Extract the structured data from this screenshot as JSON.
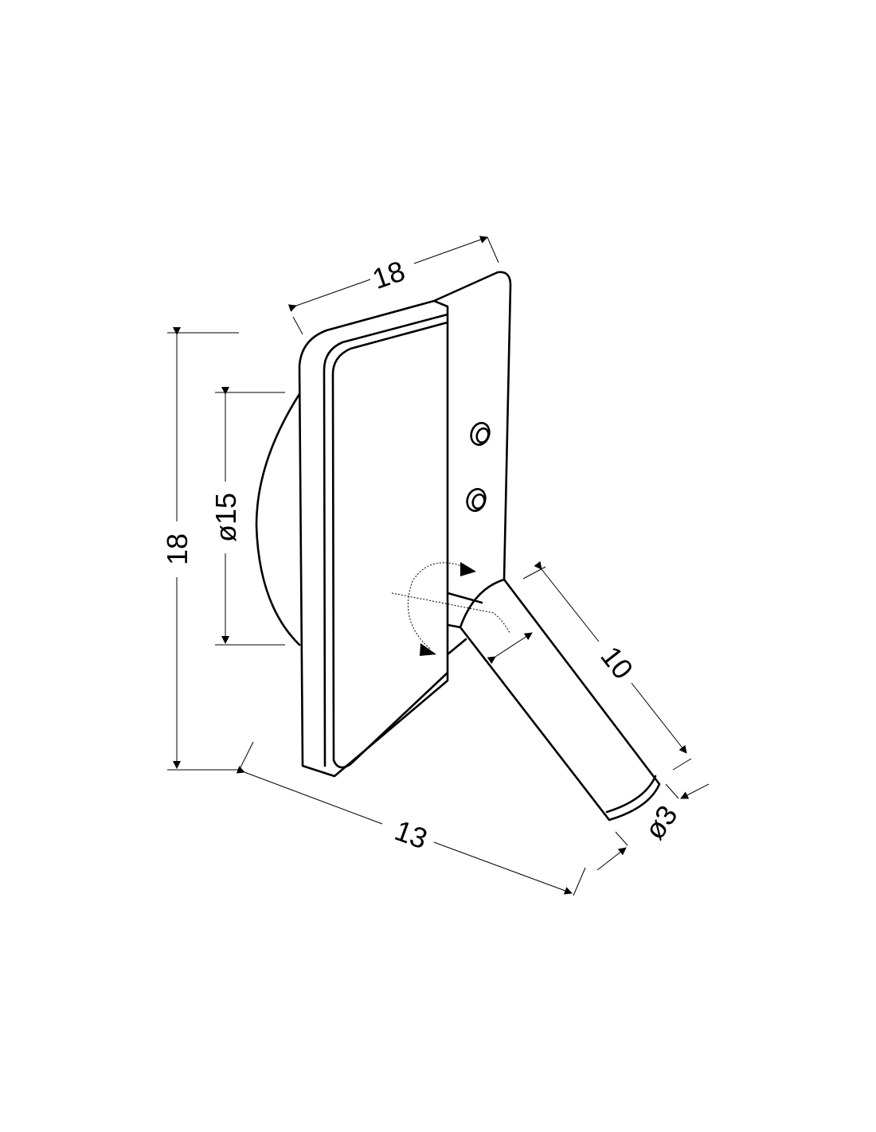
{
  "dimensions": {
    "height": "18",
    "width": "18",
    "base_diameter": "ø15",
    "depth": "13",
    "arm_length": "10",
    "arm_diameter": "ø3"
  }
}
